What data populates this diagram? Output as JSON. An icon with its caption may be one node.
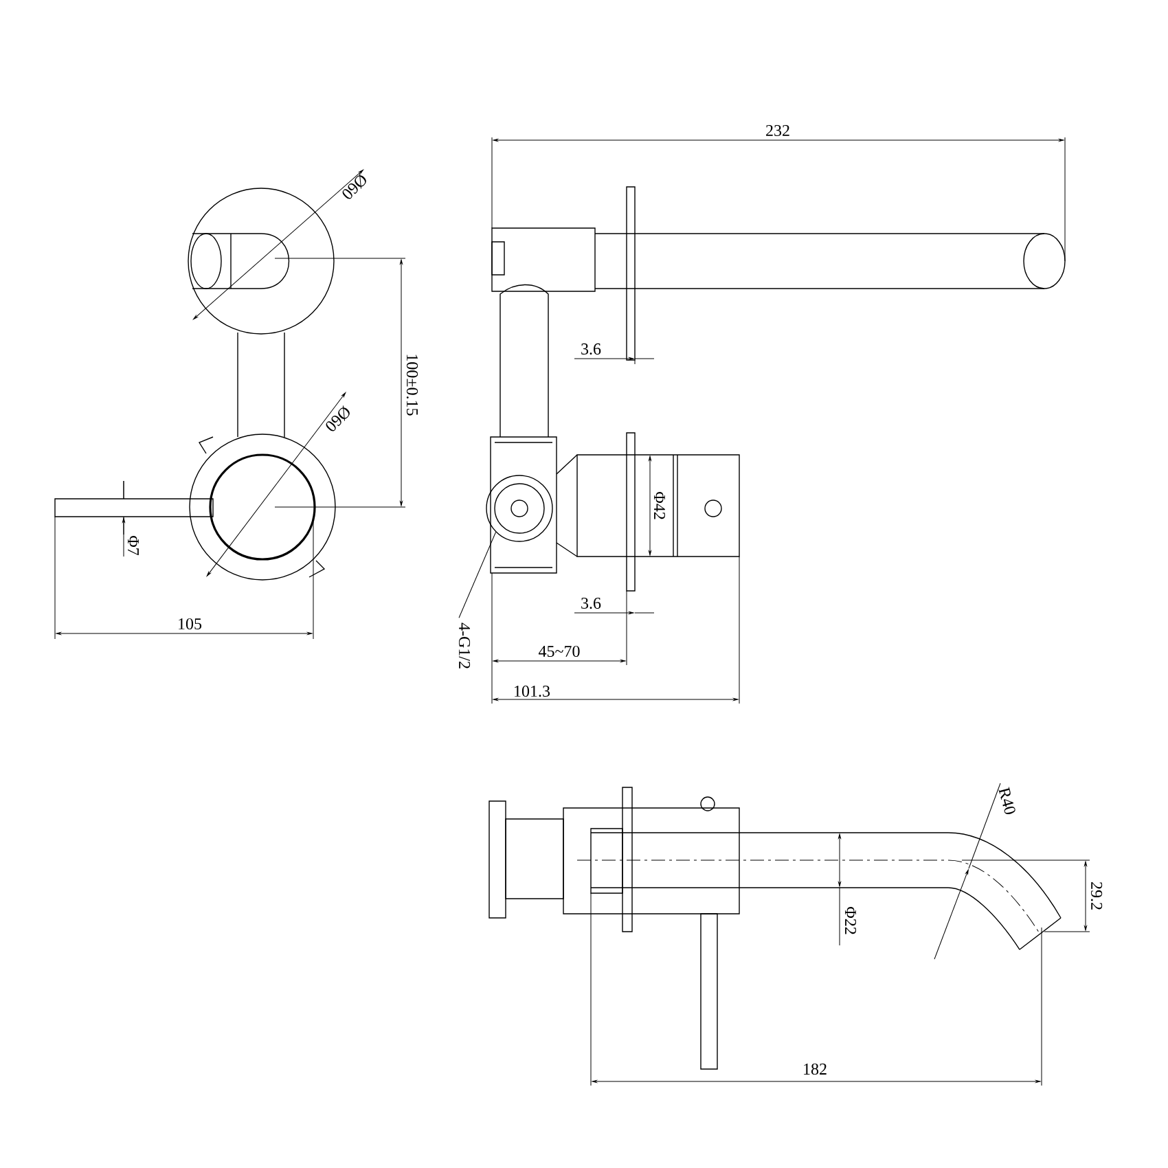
{
  "diagram": {
    "nodes": [
      {
        "text": [
          "4-G1/2"
        ]
      },
      {
        "text": [],
        "shape": "circle"
      }
    ],
    "edges": [
      {
        "from": 0,
        "to": 1,
        "arrow": "none"
      }
    ],
    "labels": [
      "232",
      "Ø60",
      "3.6",
      "100±0.15",
      "Ø60",
      "Φ7",
      "Φ42",
      "3.6",
      "45~70",
      "105",
      "101.3",
      "R40",
      "29.2",
      "Φ22",
      "182"
    ]
  }
}
